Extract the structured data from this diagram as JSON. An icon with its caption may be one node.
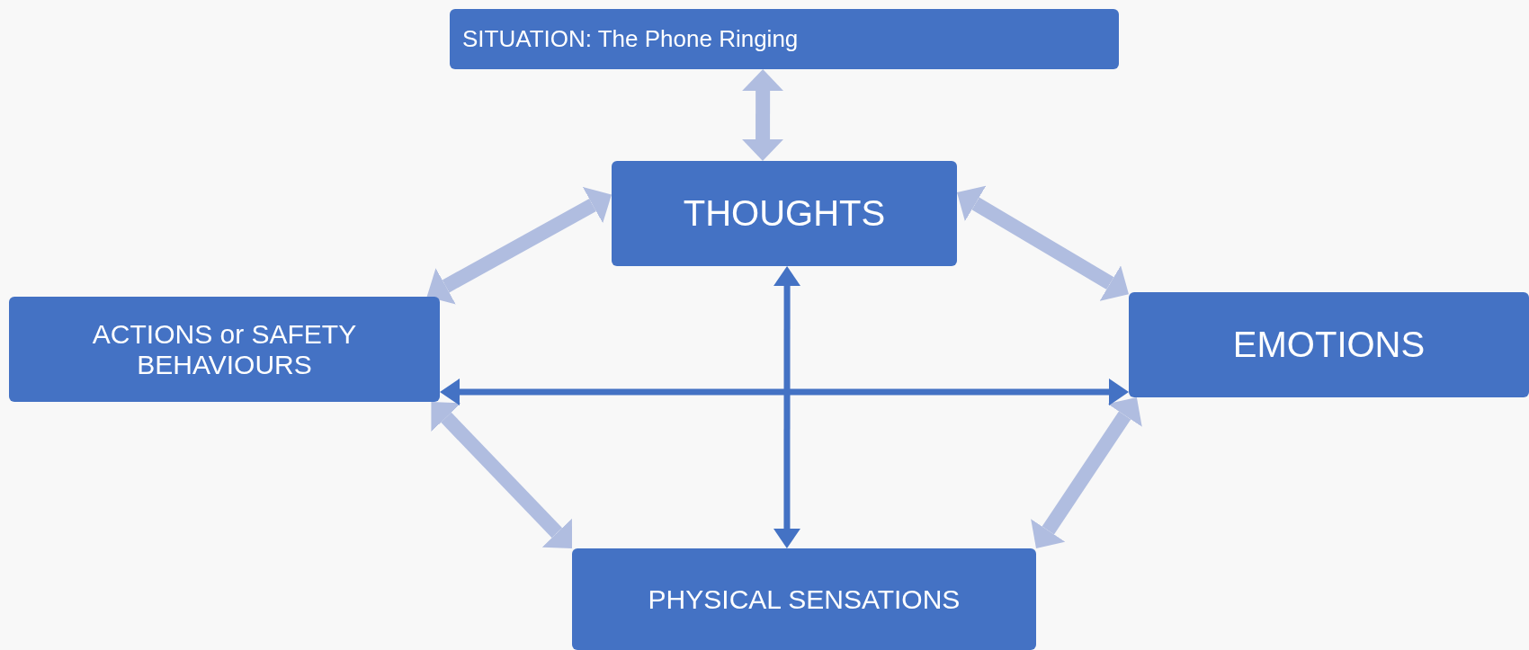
{
  "diagram": {
    "nodes": [
      {
        "text": [
          "SITUATION: The Phone Ringing"
        ]
      },
      {
        "text": [
          "THOUGHTS"
        ]
      },
      {
        "text": [
          "ACTIONS or SAFETY BEHAVIOURS"
        ]
      },
      {
        "text": [
          "EMOTIONS"
        ]
      },
      {
        "text": [
          "PHYSICAL SENSATIONS"
        ]
      }
    ],
    "edges": [
      {
        "from": 0,
        "to": 1,
        "arrow": "both"
      },
      {
        "from": 1,
        "to": 2,
        "arrow": "both"
      },
      {
        "from": 1,
        "to": 3,
        "arrow": "both"
      },
      {
        "from": 2,
        "to": 4,
        "arrow": "both"
      },
      {
        "from": 3,
        "to": 4,
        "arrow": "both"
      },
      {
        "from": 1,
        "to": 4,
        "arrow": "both",
        "color": "#4472c4"
      },
      {
        "from": 2,
        "to": 3,
        "arrow": "both",
        "color": "#4472c4"
      }
    ]
  }
}
